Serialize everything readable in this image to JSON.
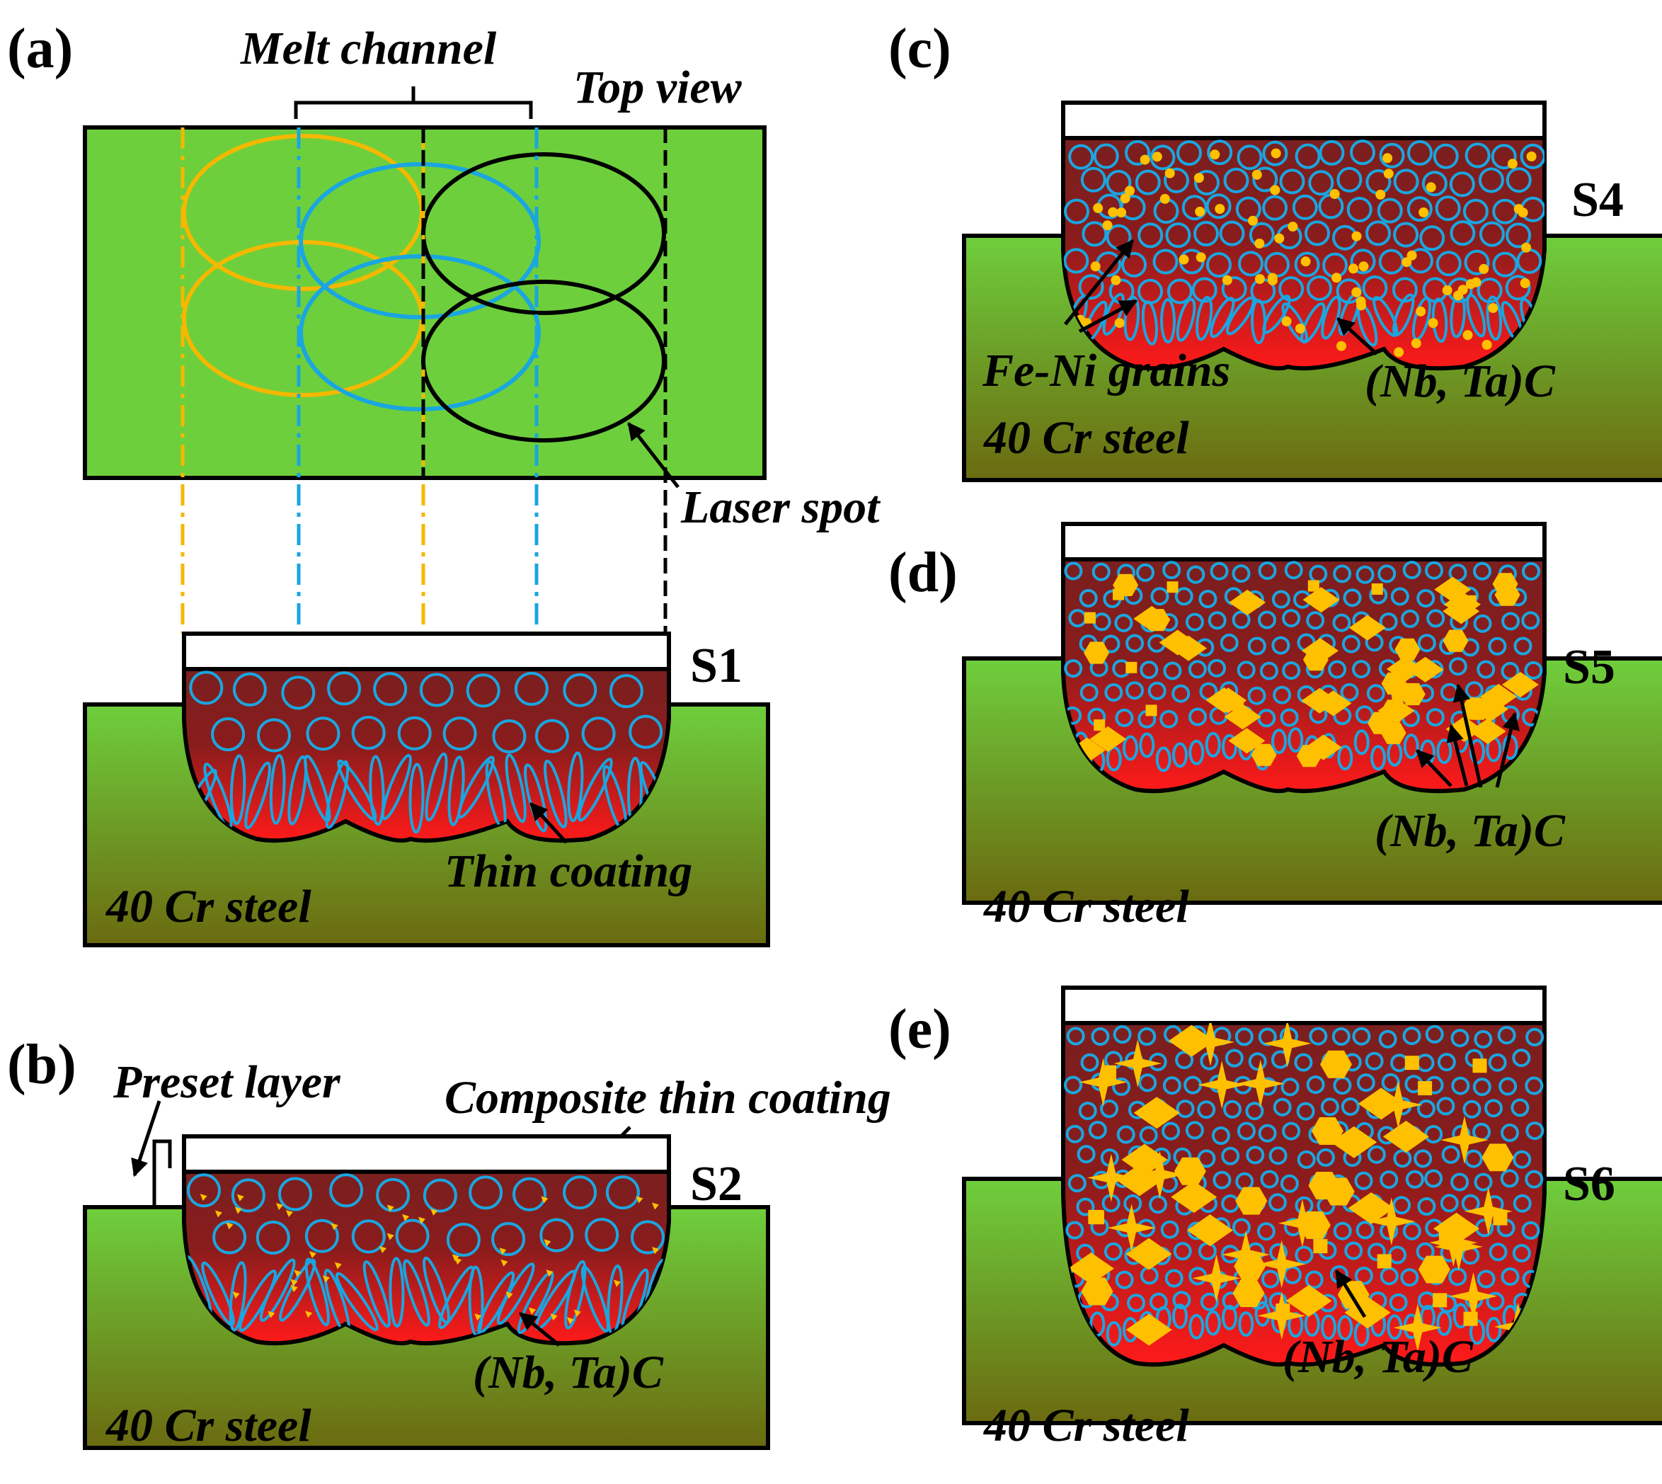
{
  "panels": {
    "a": {
      "label": "(a)",
      "melt_channel": "Melt channel",
      "top_view": "Top view",
      "laser_spot": "Laser spot",
      "sample": "S1",
      "annotation": "Thin coating",
      "substrate": "40 Cr steel"
    },
    "b": {
      "label": "(b)",
      "preset_layer": "Preset layer",
      "composite": "Composite thin coating",
      "sample": "S2",
      "annotation": "(Nb, Ta)C",
      "substrate": "40 Cr steel"
    },
    "c": {
      "label": "(c)",
      "sample": "S4",
      "grains": "Fe-Ni grains",
      "annotation": "(Nb, Ta)C",
      "substrate": "40 Cr steel"
    },
    "d": {
      "label": "(d)",
      "sample": "S5",
      "annotation": "(Nb, Ta)C",
      "substrate": "40 Cr steel"
    },
    "e": {
      "label": "(e)",
      "sample": "S6",
      "annotation": "(Nb, Ta)C",
      "substrate": "40 Cr steel"
    }
  },
  "colors": {
    "substrate_top": "#6ecf3c",
    "substrate_bottom": "#6b6a10",
    "coating_top": "#7a1f1f",
    "coating_bottom": "#ff1a1a",
    "grain": "#1aa6e0",
    "carbide": "#ffc000",
    "pass1": "#f5b800",
    "pass2": "#1aa6e0",
    "pass3": "#000000",
    "top_view_fill": "#6ecf3c"
  }
}
